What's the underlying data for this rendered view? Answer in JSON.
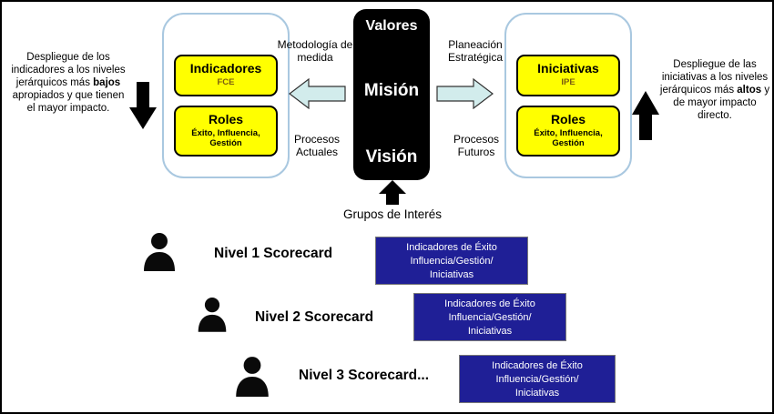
{
  "colors": {
    "yellow_box": "#ffff00",
    "navy_box": "#1f1f96",
    "cyan_arrow": "#d2ecec",
    "panel_border": "#a9c8e0",
    "pillar": "#000000"
  },
  "center_pillar": {
    "top": "Valores",
    "middle": "Misión",
    "bottom": "Visión"
  },
  "left_panel": {
    "box1": {
      "title": "Indicadores",
      "subtitle": "FCE"
    },
    "box2": {
      "title": "Roles",
      "subtitle": "Éxito, Influencia, Gestión"
    }
  },
  "right_panel": {
    "box1": {
      "title": "Iniciativas",
      "subtitle": "IPE"
    },
    "box2": {
      "title": "Roles",
      "subtitle": "Éxito, Influencia, Gestión"
    }
  },
  "flow_labels": {
    "left_top": "Metodología de medida",
    "left_bottom": "Procesos Actuales",
    "right_top": "Planeación Estratégica",
    "right_bottom": "Procesos Futuros"
  },
  "side_notes": {
    "left": {
      "part1": "Despliegue de los indicadores a los niveles jerárquicos más ",
      "bold": "bajos",
      "part2": " apropiados y que tienen el mayor impacto."
    },
    "right": {
      "part1": "Despliegue de las iniciativas a los niveles jerárquicos más ",
      "bold": "altos",
      "part2": " y de mayor impacto directo."
    }
  },
  "stakeholders_label": "Grupos de Interés",
  "scorecard_levels": [
    {
      "label": "Nivel 1 Scorecard",
      "box_lines": [
        "Indicadores de Éxito",
        "Influencia/Gestión/",
        "Iniciativas"
      ]
    },
    {
      "label": "Nivel 2 Scorecard",
      "box_lines": [
        "Indicadores de Éxito",
        "Influencia/Gestión/",
        "Iniciativas"
      ]
    },
    {
      "label": "Nivel 3 Scorecard...",
      "box_lines": [
        "Indicadores de Éxito",
        "Influencia/Gestión/",
        "Iniciativas"
      ]
    }
  ]
}
